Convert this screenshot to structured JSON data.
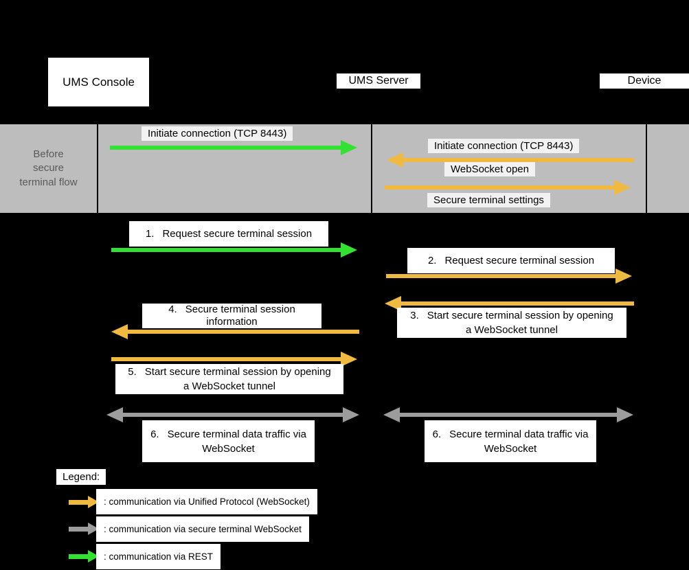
{
  "participants": [
    {
      "label": "UMS Console"
    },
    {
      "label": "UMS Server"
    },
    {
      "label": "Device"
    }
  ],
  "pre_flow": {
    "row_label": "Before secure terminal flow",
    "console_to_server": {
      "text": "Initiate connection (TCP 8443)"
    },
    "device_to_server": {
      "text": "Initiate connection (TCP 8443)"
    },
    "websocket_open": {
      "text": "WebSocket open"
    },
    "secure_settings": {
      "text": "Secure terminal settings"
    }
  },
  "steps": [
    {
      "num": "1.",
      "text": "Request secure terminal session"
    },
    {
      "num": "2.",
      "text": "Request secure terminal session"
    },
    {
      "num": "3.",
      "text": "Start secure terminal session by opening a WebSocket tunnel"
    },
    {
      "num": "4.",
      "text": "Secure terminal session information"
    },
    {
      "num": "5.",
      "text": "Start secure terminal session by opening a WebSocket tunnel"
    },
    {
      "num": "6.",
      "text": "Secure terminal data traffic via WebSocket"
    },
    {
      "num": "6.",
      "text": "Secure terminal data traffic via WebSocket"
    }
  ],
  "legend": {
    "title": "Legend:",
    "items": [
      {
        "text": ": communication via Unified Protocol (WebSocket)"
      },
      {
        "text": ": communication via secure terminal WebSocket"
      },
      {
        "text": ": communication via REST"
      }
    ]
  },
  "colors": {
    "rest_green": "#33E133",
    "unified_orange": "#F0BA41",
    "websocket_gray": "#9C9C9C",
    "band_bg": "#BDBDBD",
    "band_label_bg": "#F2F2F2",
    "band_text": "#595959"
  }
}
